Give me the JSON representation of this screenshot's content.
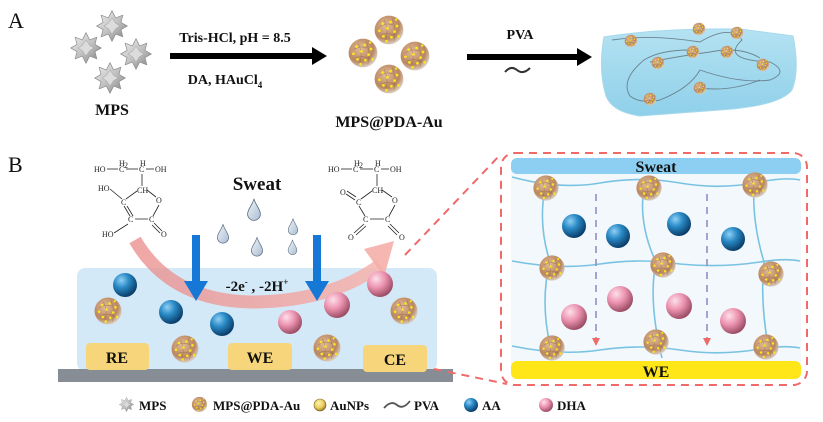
{
  "panels": {
    "a": {
      "letter": "A",
      "mps_label": "MPS",
      "step1_top": "Tris-HCl, pH = 8.5",
      "step1_bottom_main": "DA, HAuCl",
      "step1_bottom_sub": "4",
      "product1_label": "MPS@PDA-Au",
      "step2_top": "PVA"
    },
    "b": {
      "letter": "B",
      "sweat_label": "Sweat",
      "reaction_label_main": "-2e",
      "reaction_label_sup1": "-",
      "reaction_label_mid": " , -2H",
      "reaction_label_sup2": "+",
      "electrodes": [
        {
          "label": "RE"
        },
        {
          "label": "WE"
        },
        {
          "label": "CE"
        }
      ],
      "inset": {
        "top_label": "Sweat",
        "bottom_label": "WE"
      },
      "aa_molecule": {
        "side_chain": "HO–C–C–OH",
        "h2": "H",
        "h2_sub": "2",
        "h": "H",
        "ch": "CH",
        "o_ring": "O",
        "ho1": "HO",
        "ho2": "HO",
        "c": "C",
        "o_keto": "O"
      },
      "dha_molecule": {
        "side_chain": "HO–C–C–OH",
        "h2": "H",
        "h2_sub": "2",
        "h": "H",
        "ch": "CH",
        "o_ring": "O",
        "c": "C",
        "o_keto": "O"
      }
    }
  },
  "legend": [
    {
      "icon": "mps-icon",
      "label": "MPS"
    },
    {
      "icon": "mps-pda-au-icon",
      "label": "MPS@PDA-Au"
    },
    {
      "icon": "aunps-icon",
      "label": "AuNPs"
    },
    {
      "icon": "pva-icon",
      "label": "PVA"
    },
    {
      "icon": "aa-icon",
      "label": "AA"
    },
    {
      "icon": "dha-icon",
      "label": "DHA"
    }
  ],
  "colors": {
    "aa": "#1f78b4",
    "dha": "#e88aa6",
    "gold": "#f5e31a",
    "particle": "#c49a72",
    "gel": "#d6ebf8",
    "sweat_bar": "#8ccff3",
    "we_bar": "#ffe619",
    "electrode": "#f7d57a",
    "substrate": "#8a8f96",
    "arrow_blue": "#1578d6",
    "dashed_red": "#f06a6a",
    "reaction_arc": "#f3a8a4"
  }
}
